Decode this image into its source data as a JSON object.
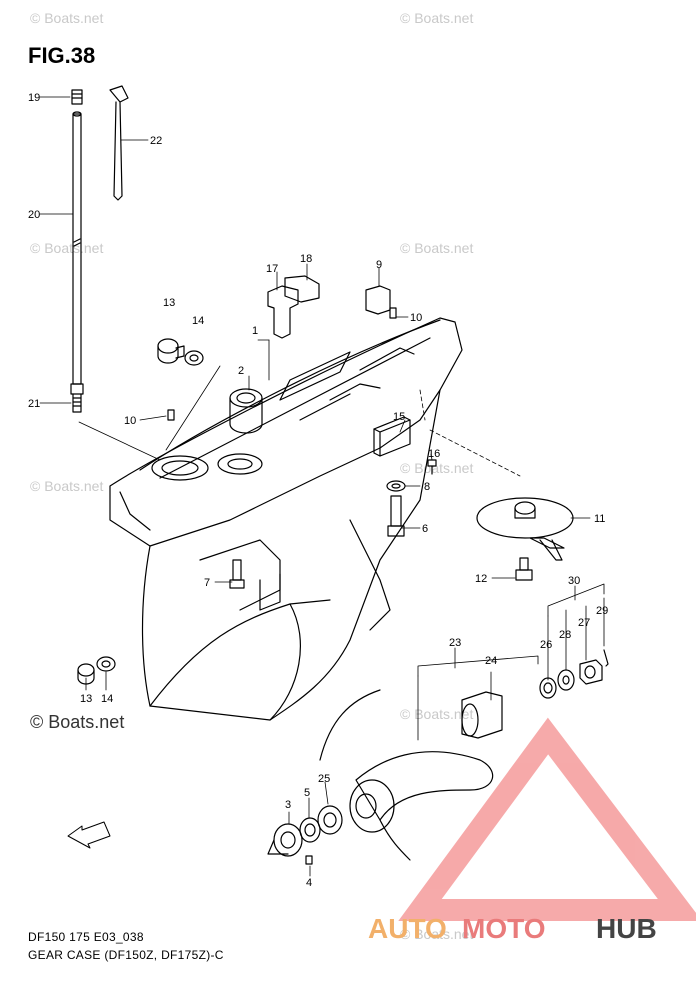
{
  "figure": {
    "title": "FIG.38",
    "code": "DF150 175 E03_038",
    "name": "GEAR CASE (DF150Z, DF175Z)-C"
  },
  "watermark": {
    "small": "© Boats.net",
    "large": "© Boats.net"
  },
  "brand": {
    "part1": "AUTO",
    "part2": "MOTO",
    "part3": "HUB",
    "colors": {
      "auto": "#f2b06a",
      "moto": "#e97b7b",
      "hub": "#444444",
      "triangle": "#ef6464"
    }
  },
  "fwd_label": "FWD",
  "callouts": [
    "1",
    "2",
    "3",
    "4",
    "5",
    "6",
    "7",
    "8",
    "9",
    "10",
    "10",
    "11",
    "12",
    "13",
    "14",
    "15",
    "16",
    "17",
    "18",
    "19",
    "20",
    "21",
    "22",
    "23",
    "24",
    "25",
    "26",
    "27",
    "28",
    "29",
    "30",
    "13",
    "14"
  ]
}
